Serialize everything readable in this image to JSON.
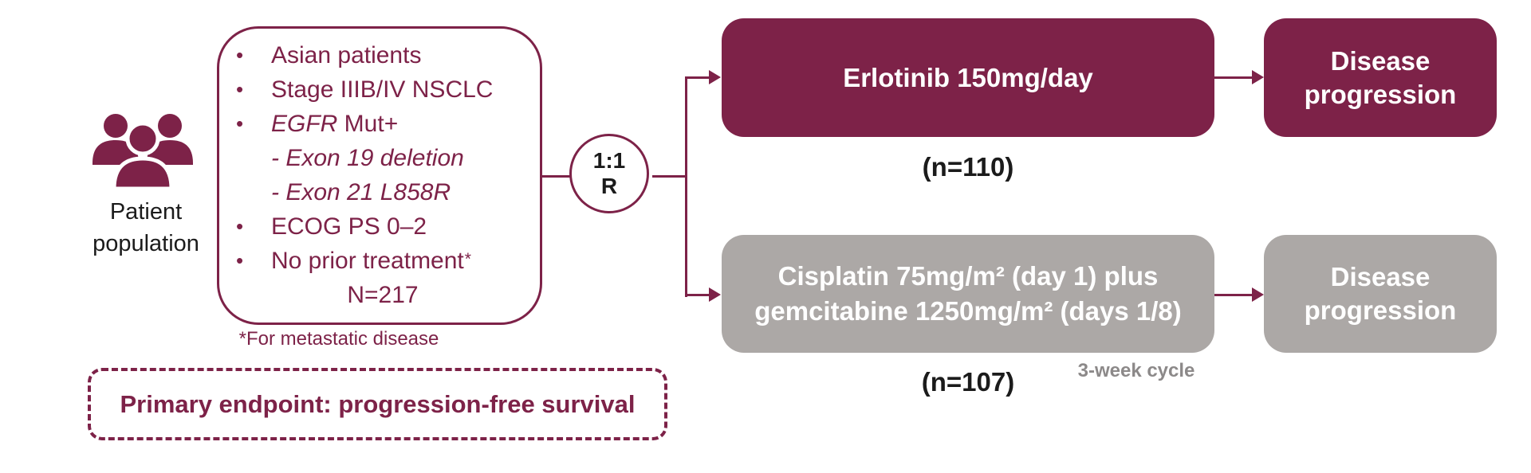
{
  "colors": {
    "maroon": "#7D2248",
    "gray_box": "#ACA8A6",
    "gray_note": "#8C8989",
    "ink": "#1B1B1B"
  },
  "patient": {
    "icon": "people-group-icon",
    "label_line1": "Patient",
    "label_line2": "population"
  },
  "eligibility": {
    "bullet_glyph": "•",
    "items": [
      {
        "type": "bullet",
        "text": "Asian patients"
      },
      {
        "type": "bullet",
        "text": "Stage IIIB/IV NSCLC"
      },
      {
        "type": "bullet",
        "italic": "EGFR",
        "text": " Mut+"
      },
      {
        "type": "sub-italic",
        "text": "- Exon 19 deletion"
      },
      {
        "type": "sub-italic",
        "text": "- Exon 21 L858R"
      },
      {
        "type": "bullet",
        "text": "ECOG PS 0–2"
      },
      {
        "type": "bullet",
        "text": "No prior treatment",
        "sup": "*"
      },
      {
        "type": "centered",
        "text": "N=217"
      }
    ],
    "footnote": "*For metastatic disease"
  },
  "randomization": {
    "ratio": "1:1",
    "label": "R"
  },
  "arms": {
    "erlotinib": {
      "label": "Erlotinib 150mg/day",
      "n": "(n=110)",
      "outcome": "Disease progression"
    },
    "chemo": {
      "line1": "Cisplatin 75mg/m² (day 1) plus",
      "line2": "gemcitabine 1250mg/m² (days 1/8)",
      "n": "(n=107)",
      "cycle_note": "3-week cycle",
      "outcome": "Disease progression"
    }
  },
  "endpoint": {
    "label": "Primary endpoint: progression-free survival"
  }
}
